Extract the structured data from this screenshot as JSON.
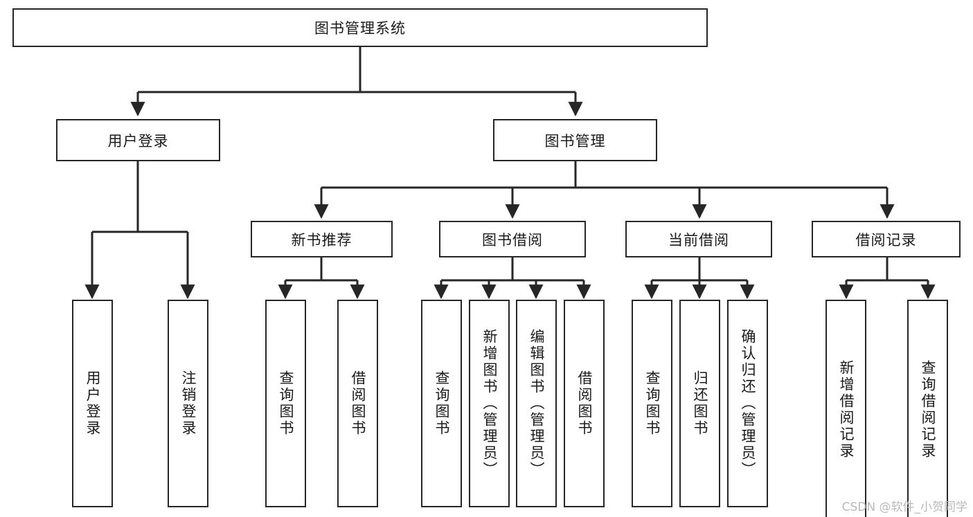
{
  "diagram": {
    "title": "图书管理系统",
    "type": "tree-hierarchy",
    "root": {
      "id": "root",
      "label": "图书管理系统"
    },
    "level2": [
      {
        "id": "user-login",
        "label": "用户登录"
      },
      {
        "id": "book-manage",
        "label": "图书管理"
      }
    ],
    "level3": [
      {
        "id": "new-book-rec",
        "label": "新书推荐",
        "parent": "book-manage"
      },
      {
        "id": "book-borrow",
        "label": "图书借阅",
        "parent": "book-manage"
      },
      {
        "id": "current-borrow",
        "label": "当前借阅",
        "parent": "book-manage"
      },
      {
        "id": "borrow-record",
        "label": "借阅记录",
        "parent": "book-manage"
      }
    ],
    "leaves": [
      {
        "id": "leaf-user-login",
        "label": "用户登录",
        "parent": "user-login"
      },
      {
        "id": "leaf-logout",
        "label": "注销登录",
        "parent": "user-login"
      },
      {
        "id": "leaf-query-book-1",
        "label": "查询图书",
        "parent": "new-book-rec"
      },
      {
        "id": "leaf-borrow-book-1",
        "label": "借阅图书",
        "parent": "new-book-rec"
      },
      {
        "id": "leaf-query-book-2",
        "label": "查询图书",
        "parent": "book-borrow"
      },
      {
        "id": "leaf-add-book",
        "label": "新增图书（管理员）",
        "parent": "book-borrow"
      },
      {
        "id": "leaf-edit-book",
        "label": "编辑图书（管理员）",
        "parent": "book-borrow"
      },
      {
        "id": "leaf-borrow-book-2",
        "label": "借阅图书",
        "parent": "book-borrow"
      },
      {
        "id": "leaf-query-book-3",
        "label": "查询图书",
        "parent": "current-borrow"
      },
      {
        "id": "leaf-return-book",
        "label": "归还图书",
        "parent": "current-borrow"
      },
      {
        "id": "leaf-confirm-return",
        "label": "确认归还（管理员）",
        "parent": "current-borrow"
      },
      {
        "id": "leaf-add-record",
        "label": "新增借阅记录",
        "parent": "borrow-record"
      },
      {
        "id": "leaf-query-record",
        "label": "查询借阅记录",
        "parent": "borrow-record"
      }
    ],
    "colors": {
      "background": "#ffffff",
      "box_fill": "#ffffff",
      "box_border": "#262626",
      "connector": "#262626",
      "text": "#1a1a1a",
      "watermark": "#b9b9b9"
    }
  },
  "watermark": {
    "text": "CSDN @软件_小贺同学"
  }
}
